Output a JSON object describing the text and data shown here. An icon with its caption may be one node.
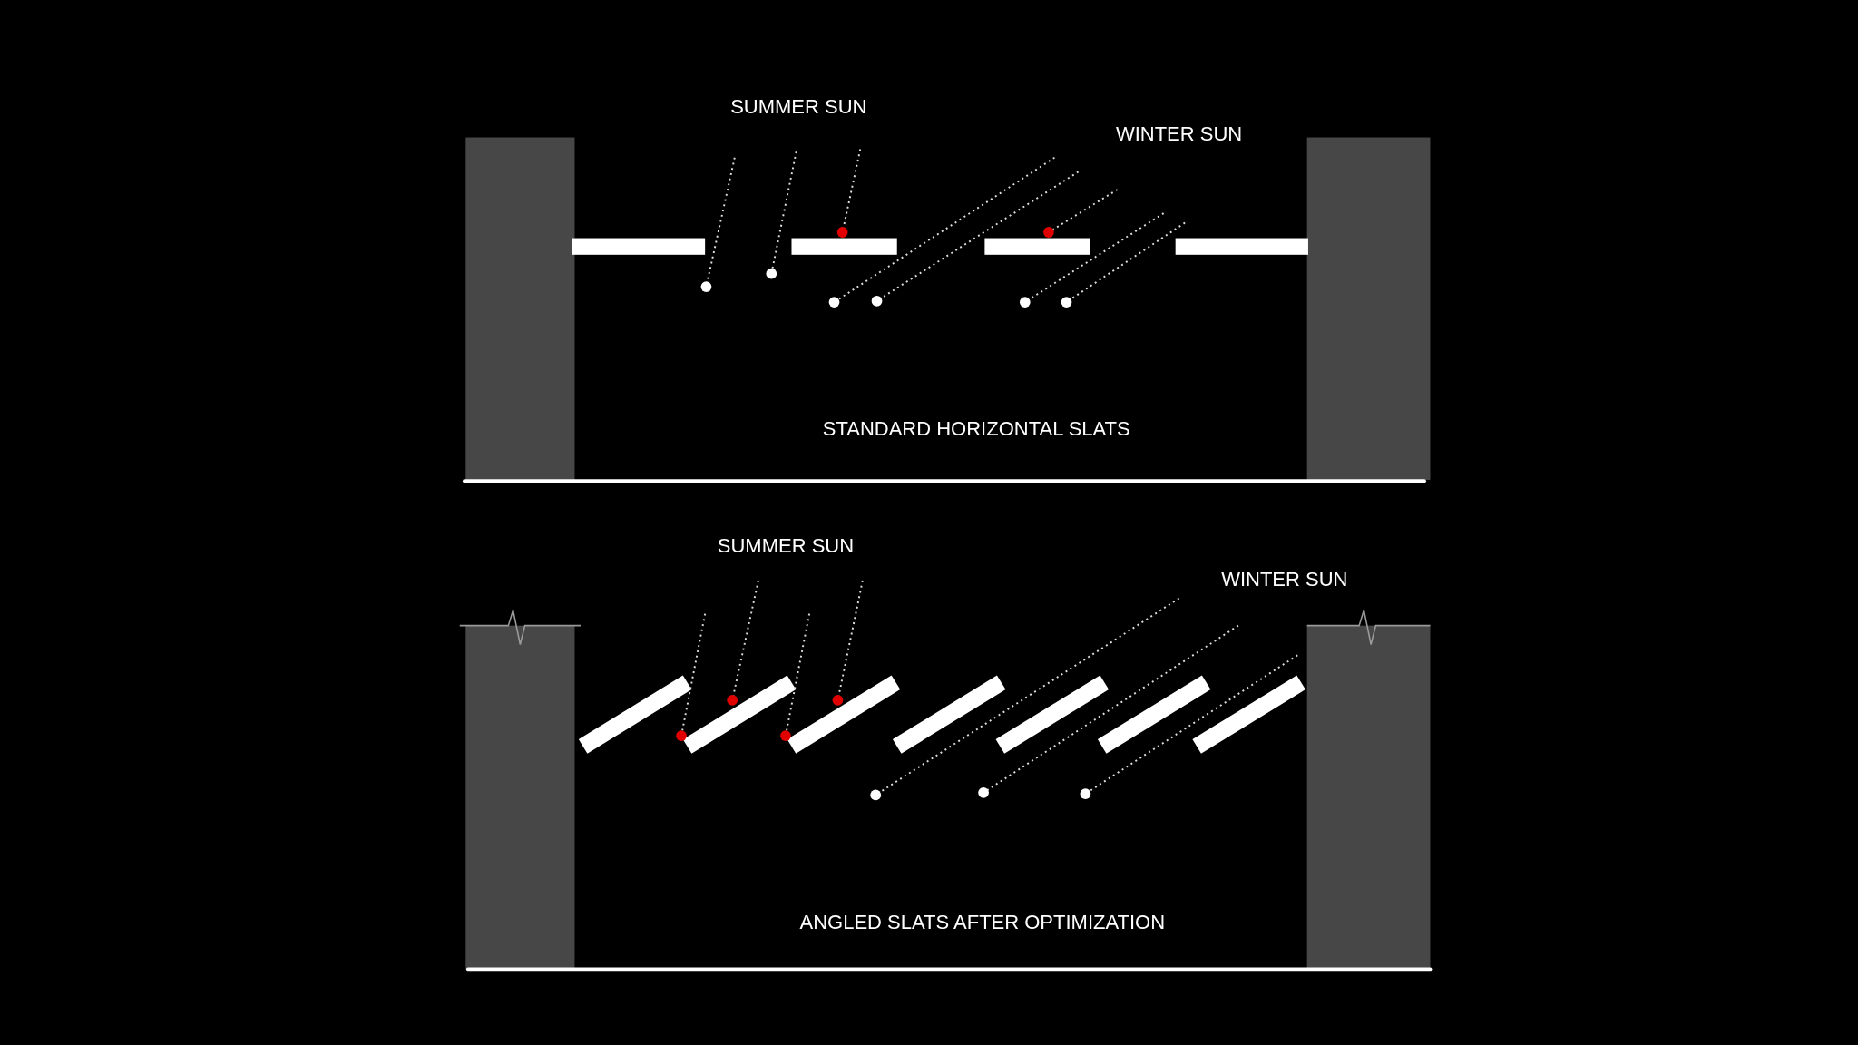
{
  "diagram": {
    "labels": [
      "SUMMER SUN",
      "WINTER SUN",
      "STANDARD HORIZONTAL SLATS",
      "SUMMER SUN",
      "WINTER SUN",
      "ANGLED SLATS AFTER OPTIMIZATION"
    ]
  }
}
